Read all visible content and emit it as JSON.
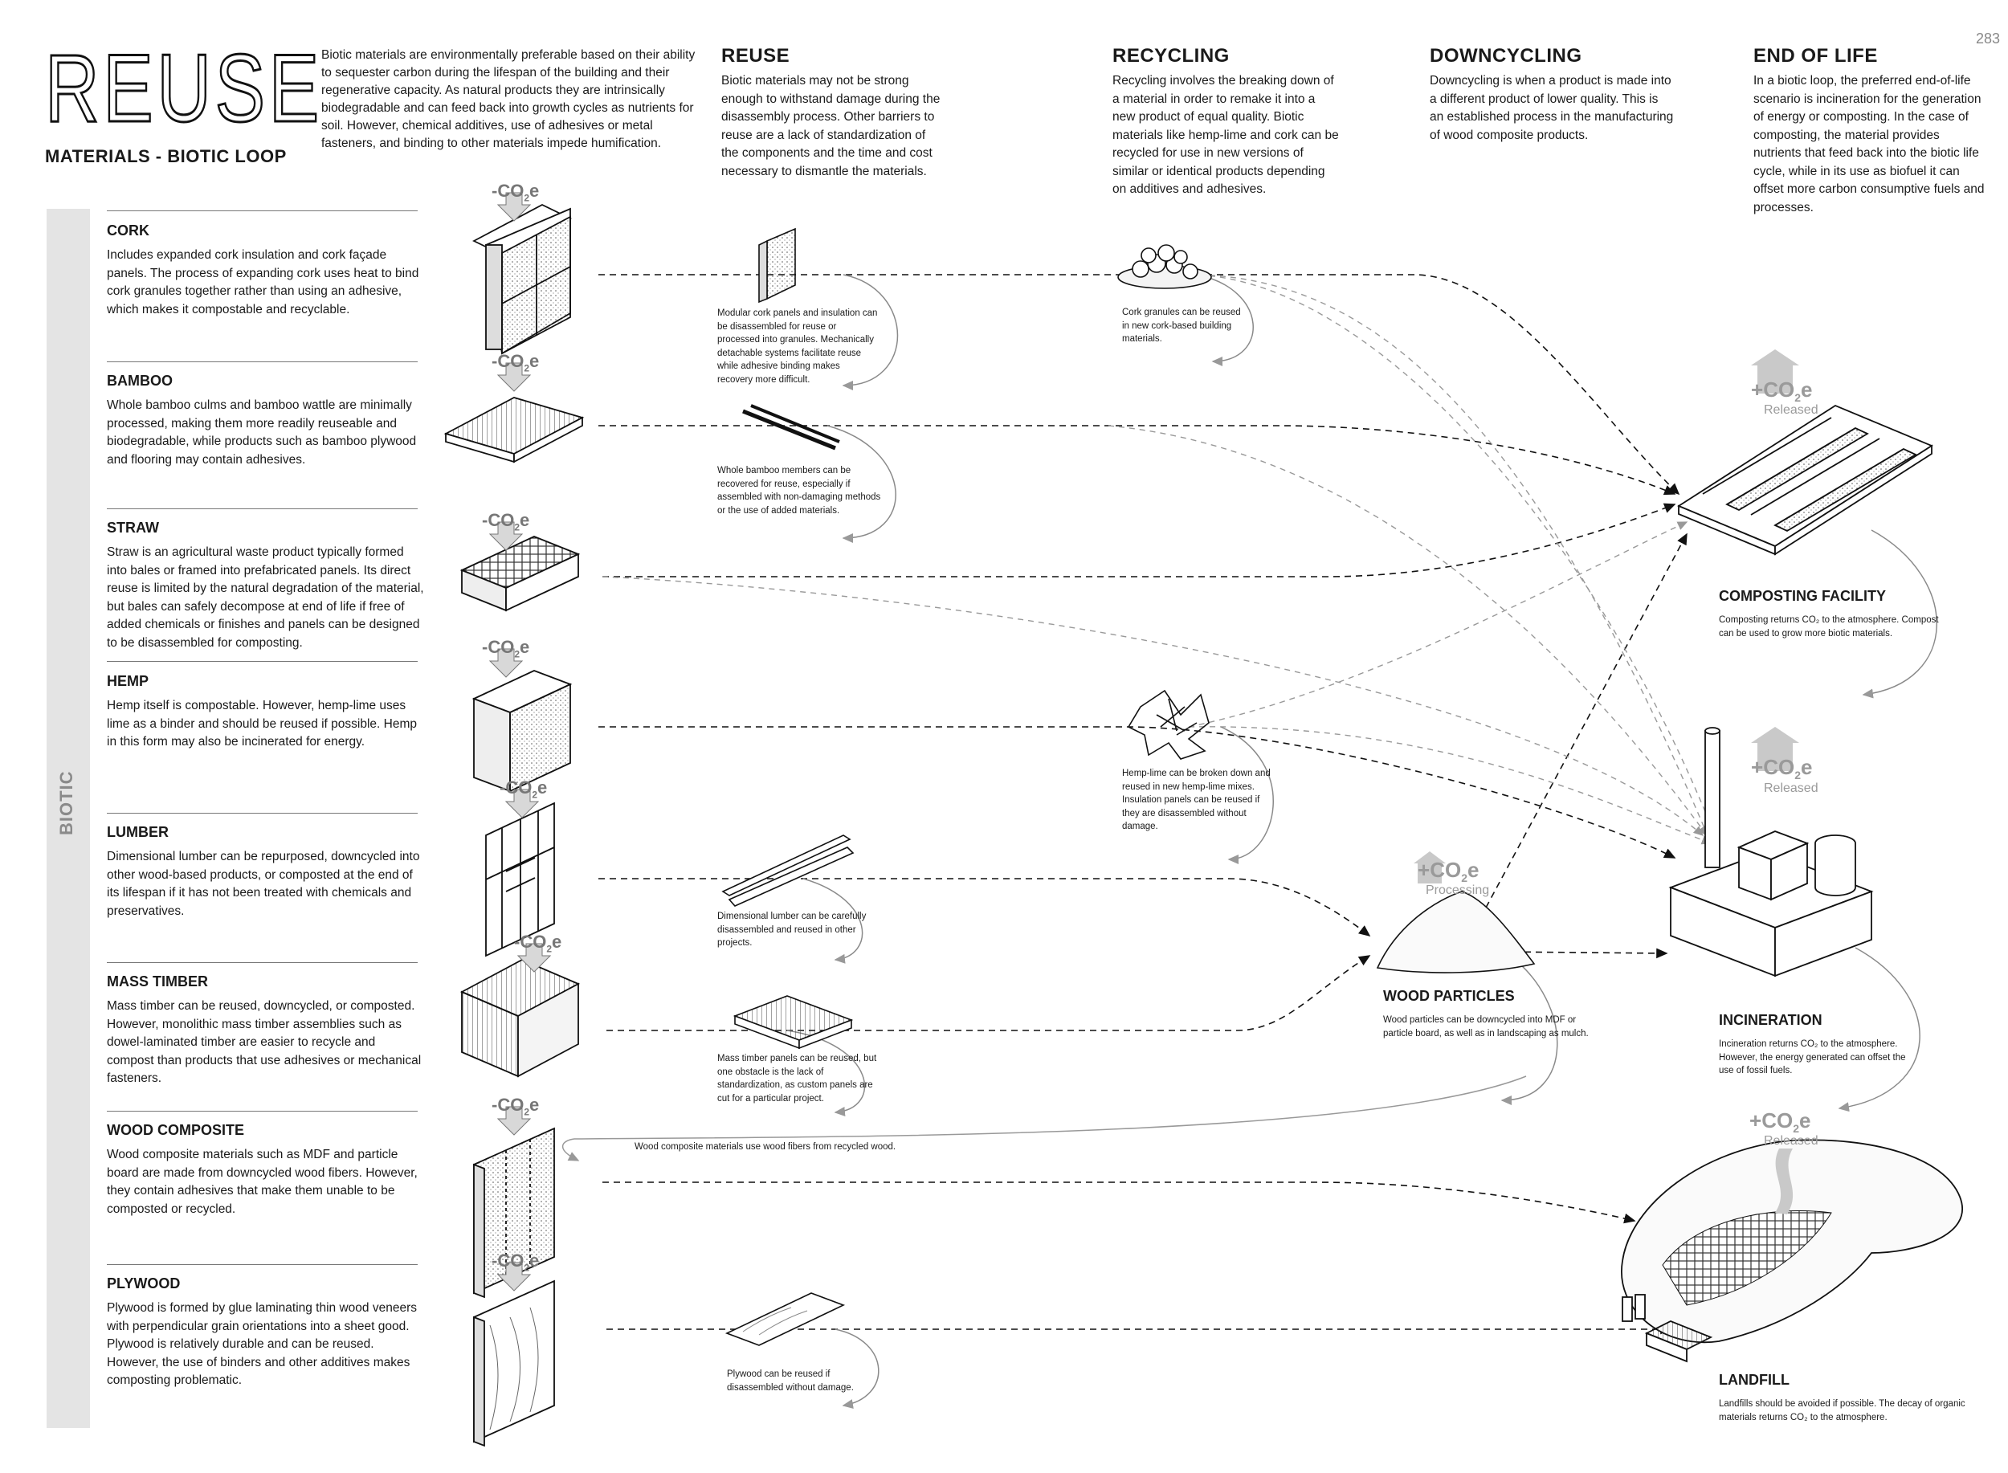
{
  "page_number": "283",
  "title": "REUSE",
  "subtitle": "MATERIALS - BIOTIC LOOP",
  "intro": "Biotic materials are environmentally preferable based on their ability to sequester carbon during the lifespan of the building and their regenerative capacity. As natural products they are intrinsically biodegradable and can feed back into growth cycles as nutrients for soil. However, chemical additives, use of adhesives or metal fasteners, and binding to other materials impede humification.",
  "columns": [
    {
      "heading": "REUSE",
      "text": "Biotic materials may not be strong enough to withstand damage during the disassembly process. Other barriers to reuse are a lack of standardization of the components and the time and cost necessary to dismantle the materials."
    },
    {
      "heading": "RECYCLING",
      "text": "Recycling involves the breaking down of a material in order to remake it into a new product of equal quality. Biotic materials like hemp-lime and cork can be recycled for use in new versions of similar or identical products depending on additives and adhesives."
    },
    {
      "heading": "DOWNCYCLING",
      "text": "Downcycling is when a product is made into a different product of lower quality. This is an established process in the manufacturing of wood composite products."
    },
    {
      "heading": "END OF LIFE",
      "text": "In a biotic loop, the preferred end-of-life scenario is incineration for the generation of energy or composting. In the case of composting, the material provides nutrients that feed back into the biotic life cycle, while in its use as biofuel it can offset more carbon consumptive fuels and processes."
    }
  ],
  "side_label": "BIOTIC",
  "materials": [
    {
      "name": "CORK",
      "description": "Includes expanded cork insulation and cork façade panels. The process of expanding cork uses heat to bind cork granules together rather than using an adhesive, which makes it compostable and recyclable."
    },
    {
      "name": "BAMBOO",
      "description": "Whole bamboo culms and bamboo wattle are minimally processed, making them more readily reuseable and biodegradable, while products such as bamboo plywood and flooring may contain adhesives."
    },
    {
      "name": "STRAW",
      "description": "Straw is an agricultural waste product typically formed into bales or framed into prefabricated panels. Its direct reuse is limited by the natural degradation of the material, but bales can safely decompose at end of life if free of added chemicals or finishes and panels can be designed to be disassembled for composting."
    },
    {
      "name": "HEMP",
      "description": "Hemp itself is compostable. However, hemp-lime uses lime as a binder and should be reused if possible. Hemp in this form may also be incinerated for energy."
    },
    {
      "name": "LUMBER",
      "description": "Dimensional lumber can be repurposed, downcycled into other wood-based products, or composted at the end of its lifespan if it has not been treated with chemicals and preservatives."
    },
    {
      "name": "MASS TIMBER",
      "description": "Mass timber can be reused, downcycled, or composted. However, monolithic mass timber assemblies such as dowel-laminated timber are easier to recycle and compost than products that use adhesives or mechanical fasteners."
    },
    {
      "name": "WOOD COMPOSITE",
      "description": "Wood composite materials such as MDF and particle board are made from downcycled wood fibers. However, they contain adhesives that make them unable to be composted or recycled."
    },
    {
      "name": "PLYWOOD",
      "description": "Plywood is formed by glue laminating thin wood veneers with perpendicular grain orientations into a sheet good. Plywood is relatively durable and can be reused. However, the use of binders and other additives makes composting problematic."
    }
  ],
  "notes": {
    "cork_reuse": "Modular cork panels and insulation can be disassembled for reuse or processed into granules. Mechanically detachable systems facilitate reuse while adhesive binding makes recovery more difficult.",
    "cork_recycle": "Cork granules can be reused in new cork-based building materials.",
    "bamboo_reuse": "Whole bamboo members can be recovered for reuse, especially if assembled with non-damaging methods or the use of added materials.",
    "hemp_recycle": "Hemp-lime can be broken down and reused in new hemp-lime mixes. Insulation panels can be reused if they are disassembled without damage.",
    "lumber_reuse": "Dimensional lumber can be carefully disassembled and reused in other projects.",
    "mass_timber_reuse": "Mass timber panels can be reused, but one obstacle is the lack of standardization, as custom panels are cut for a particular project.",
    "wood_composite_loop": "Wood composite materials use wood fibers from recycled wood.",
    "plywood_reuse": "Plywood can be reused if disassembled without damage."
  },
  "co2": {
    "label": "CO",
    "sub": "2",
    "suffix": "e",
    "plus": "+",
    "minus": "-",
    "released": "Released",
    "processing": "Processing"
  },
  "wood_particles": {
    "title": "WOOD PARTICLES",
    "description": "Wood particles can be downcycled into MDF or particle board, as well as in landscaping as mulch."
  },
  "end_of_life": [
    {
      "title": "COMPOSTING FACILITY",
      "description": "Composting returns CO₂ to the atmosphere. Compost can be used to grow more biotic materials."
    },
    {
      "title": "INCINERATION",
      "description": "Incineration returns CO₂ to the atmosphere. However, the energy generated can offset the use of fossil fuels."
    },
    {
      "title": "LANDFILL",
      "description": "Landfills should be avoided if possible. The decay of organic materials returns CO₂ to the atmosphere."
    }
  ]
}
